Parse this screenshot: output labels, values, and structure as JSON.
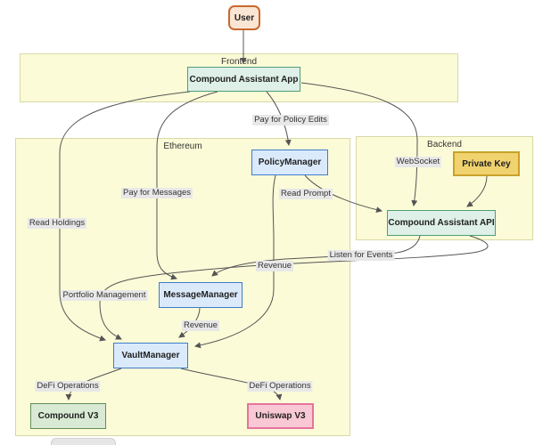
{
  "diagram": {
    "title": "Compound Assistant architecture flowchart",
    "sections": {
      "frontend": {
        "label": "Frontend"
      },
      "ethereum": {
        "label": "Ethereum"
      },
      "backend": {
        "label": "Backend"
      }
    },
    "nodes": {
      "user": {
        "label": "User"
      },
      "app": {
        "label": "Compound Assistant App"
      },
      "policy_manager": {
        "label": "PolicyManager"
      },
      "private_key": {
        "label": "Private Key"
      },
      "api": {
        "label": "Compound Assistant API"
      },
      "message_manager": {
        "label": "MessageManager"
      },
      "vault_manager": {
        "label": "VaultManager"
      },
      "compound_v3": {
        "label": "Compound V3"
      },
      "uniswap_v3": {
        "label": "Uniswap V3"
      }
    },
    "edges": [
      {
        "from": "User",
        "to": "Compound Assistant App",
        "label": ""
      },
      {
        "from": "Compound Assistant App",
        "to": "PolicyManager",
        "label": "Pay for Policy Edits"
      },
      {
        "from": "Compound Assistant App",
        "to": "MessageManager",
        "label": "Pay for Messages"
      },
      {
        "from": "Compound Assistant App",
        "to": "VaultManager",
        "label": "Read Holdings"
      },
      {
        "from": "Compound Assistant App",
        "to": "Compound Assistant API",
        "label": "WebSocket"
      },
      {
        "from": "PolicyManager",
        "to": "Compound Assistant API",
        "label": "Read Prompt"
      },
      {
        "from": "Private Key",
        "to": "Compound Assistant API",
        "label": ""
      },
      {
        "from": "Compound Assistant API",
        "to": "MessageManager",
        "label": "Listen for Events"
      },
      {
        "from": "Compound Assistant API",
        "to": "VaultManager",
        "label": "Portfolio Management"
      },
      {
        "from": "PolicyManager",
        "to": "VaultManager",
        "label": "Revenue"
      },
      {
        "from": "MessageManager",
        "to": "VaultManager",
        "label": "Revenue"
      },
      {
        "from": "VaultManager",
        "to": "Compound V3",
        "label": "DeFi Operations"
      },
      {
        "from": "VaultManager",
        "to": "Uniswap V3",
        "label": "DeFi Operations"
      }
    ],
    "colors": {
      "user_fill": "#fae6d3",
      "user_stroke": "#c8692f",
      "green_fill": "#def0e7",
      "green_stroke": "#4f9e78",
      "blue_fill": "#dbeafb",
      "blue_stroke": "#3d7cc9",
      "gold_fill": "#f0d26f",
      "gold_stroke": "#c9a22b",
      "lightgreen_fill": "#d9ead4",
      "lightgreen_stroke": "#5f8f57",
      "pink_fill": "#f9c8d5",
      "pink_stroke": "#e4749e",
      "section_fill": "#fbfbd8",
      "section_stroke": "#d8d8a6",
      "edge_stroke": "#555555",
      "label_bg": "#e8e8e8",
      "text": "#1f1f1f"
    }
  }
}
